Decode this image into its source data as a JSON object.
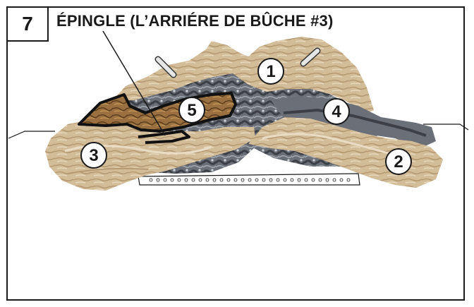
{
  "step": {
    "number": "7"
  },
  "title": "ÉPINGLE (L’ARRIÉRE DE BÛCHE #3)",
  "labels": [
    "1",
    "2",
    "3",
    "4",
    "5"
  ],
  "colors": {
    "frame": "#1a1a1a",
    "log_light": "#d8c3a1",
    "log_mid": "#b69a73",
    "log_highlight": "#e9dcc2",
    "ember_dark": "#3c3f46",
    "ember_mid": "#6b6f78",
    "ember_light": "#a6aab2",
    "log5_fill": "#8a6436",
    "pin": "#d0d0d0"
  }
}
